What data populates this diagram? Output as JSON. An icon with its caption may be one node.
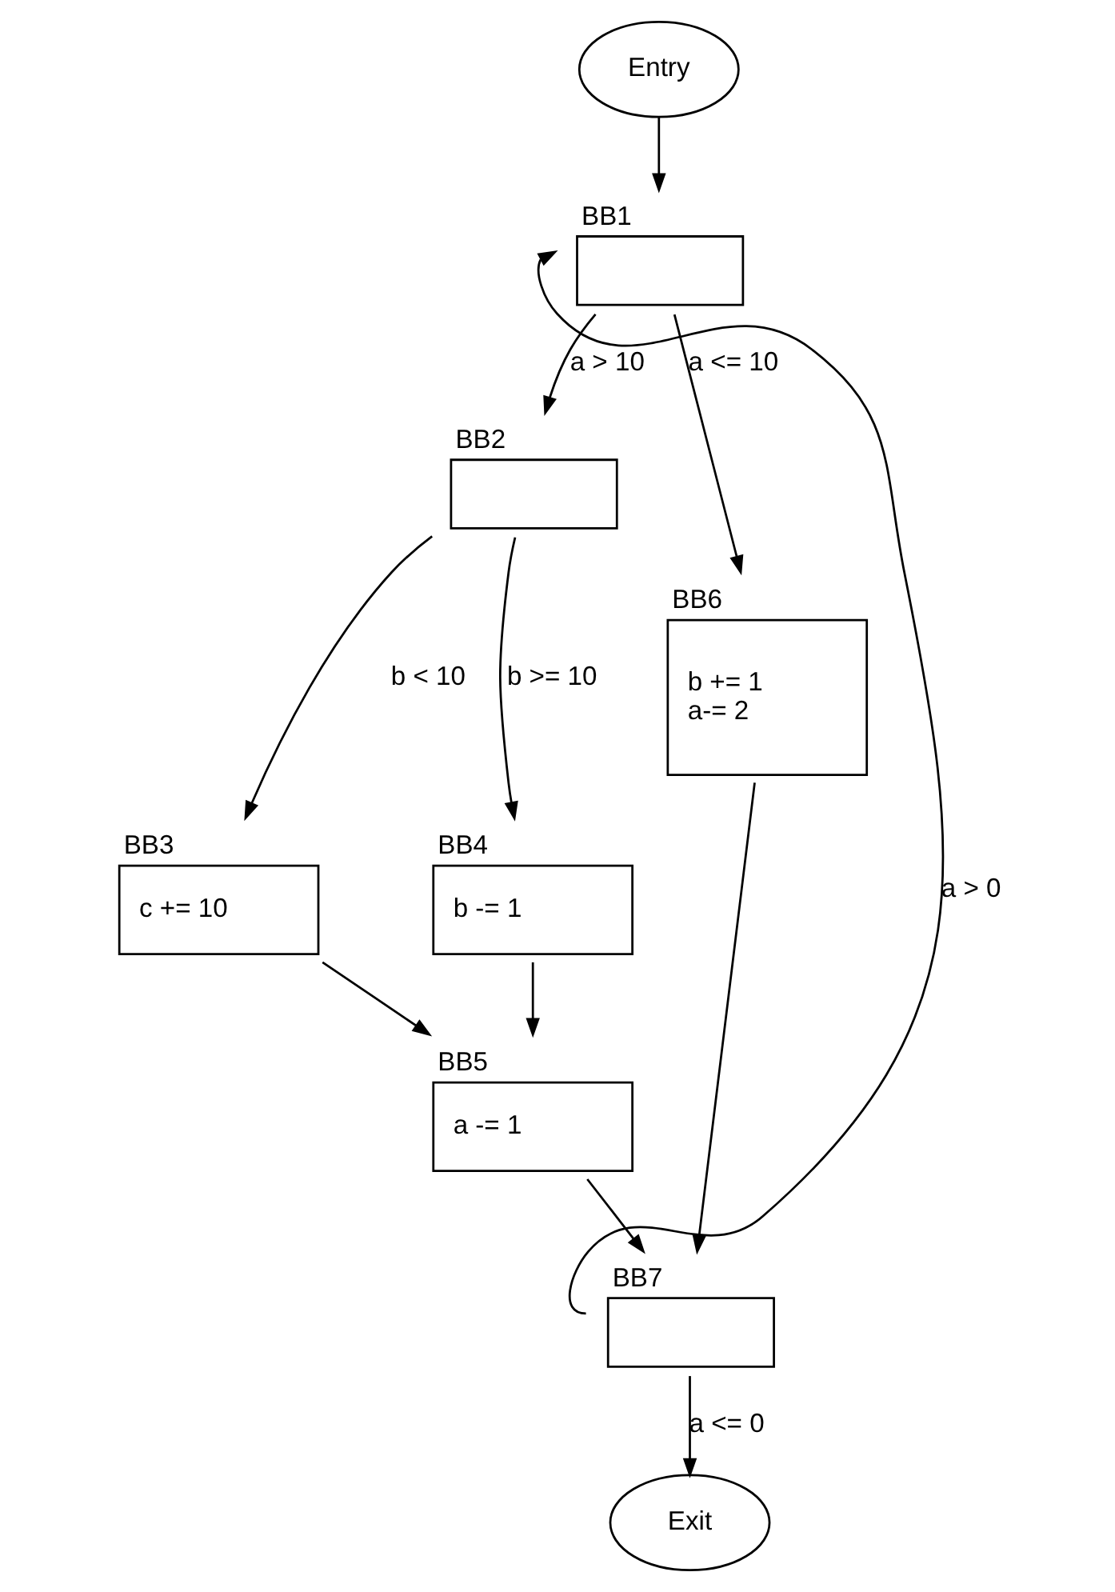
{
  "diagram": {
    "nodes": [
      {
        "text": [
          "Entry"
        ]
      },
      {
        "text": [
          "BB1"
        ]
      },
      {
        "text": [
          "BB2"
        ]
      },
      {
        "text": [
          "BB3",
          "c += 10"
        ]
      },
      {
        "text": [
          "BB4",
          "b -= 1"
        ]
      },
      {
        "text": [
          "BB6",
          "b += 1",
          "a-= 2"
        ]
      },
      {
        "text": [
          "BB5",
          "a -= 1"
        ]
      },
      {
        "text": [
          "BB7"
        ]
      },
      {
        "text": [
          "Exit"
        ]
      }
    ],
    "edges": [
      {
        "from": 0,
        "to": 1,
        "arrow": "to"
      },
      {
        "from": 1,
        "to": 2,
        "arrow": "to",
        "label": "a > 10"
      },
      {
        "from": 1,
        "to": 5,
        "arrow": "to",
        "label": "a <= 10"
      },
      {
        "from": 2,
        "to": 3,
        "arrow": "to",
        "label": "b < 10"
      },
      {
        "from": 2,
        "to": 4,
        "arrow": "to",
        "label": "b >= 10"
      },
      {
        "from": 3,
        "to": 6,
        "arrow": "to"
      },
      {
        "from": 4,
        "to": 6,
        "arrow": "to"
      },
      {
        "from": 6,
        "to": 7,
        "arrow": "to"
      },
      {
        "from": 5,
        "to": 7,
        "arrow": "to"
      },
      {
        "from": 7,
        "to": 1,
        "arrow": "to",
        "label": "a > 0"
      },
      {
        "from": 7,
        "to": 8,
        "arrow": "to",
        "label": "a <= 0"
      }
    ]
  }
}
